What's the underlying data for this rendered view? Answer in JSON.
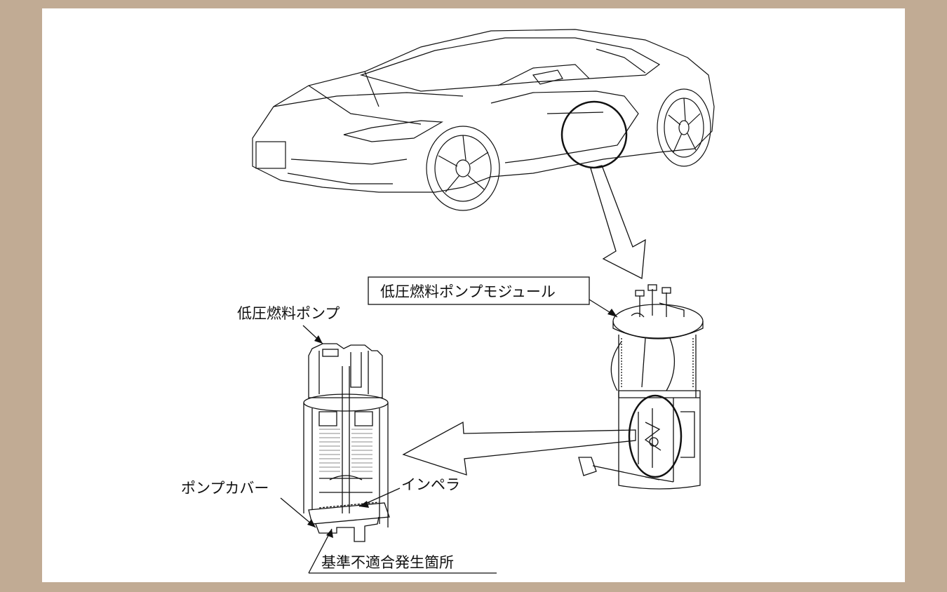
{
  "labels": {
    "module": "低圧燃料ポンプモジュール",
    "pump": "低圧燃料ポンプ",
    "pump_cover": "ポンプカバー",
    "impeller": "インペラ",
    "defect_location": "基準不適合発生箇所"
  },
  "colors": {
    "frame": "#c1ab94",
    "background": "#ffffff",
    "ink": "#111111"
  }
}
